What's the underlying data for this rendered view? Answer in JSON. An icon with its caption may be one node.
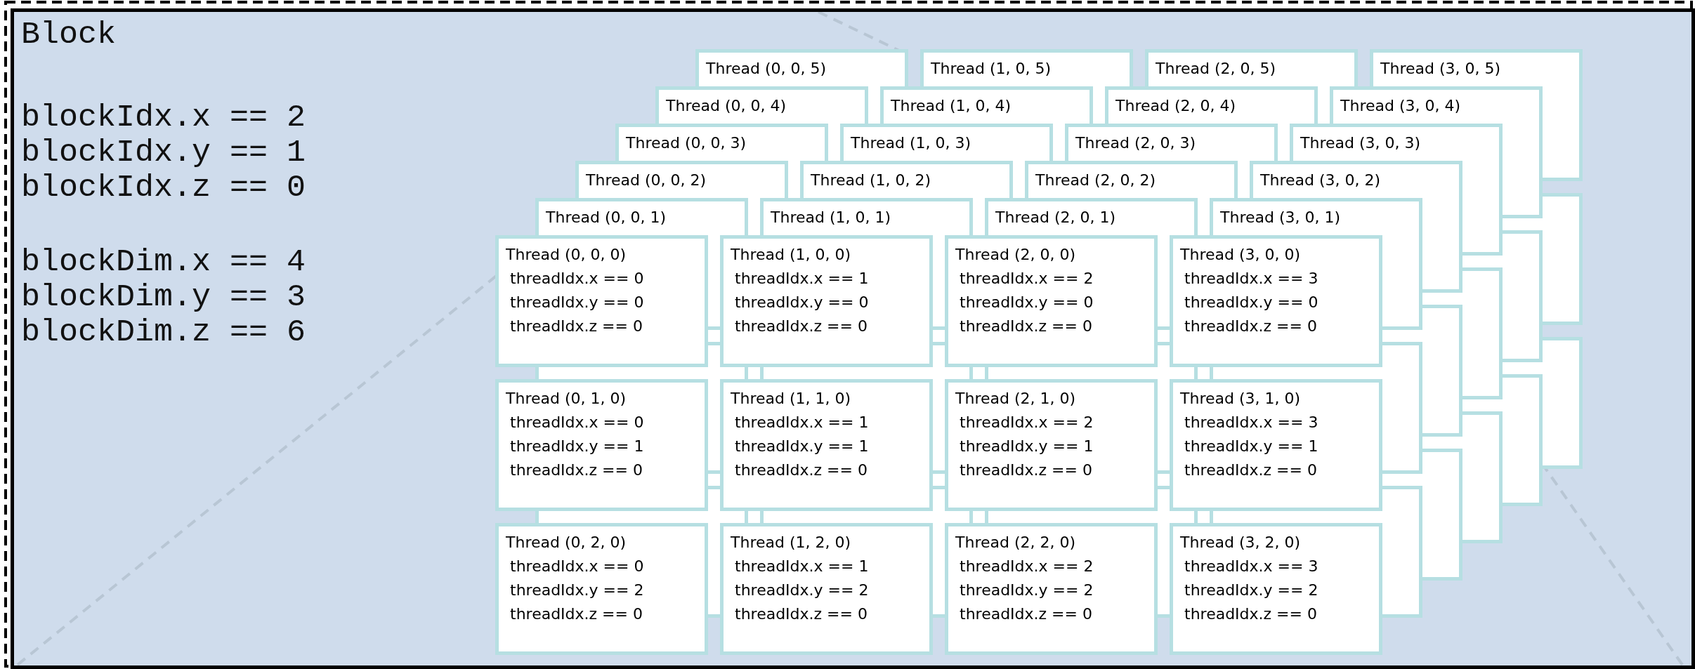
{
  "diagram": {
    "nodes": [
      {
        "text": [
          "Block",
          "blockIdx.x == 2",
          "blockIdx.y == 1",
          "blockIdx.z == 0",
          "blockDim.x == 4",
          "blockDim.y == 3",
          "blockDim.z == 6"
        ]
      },
      {
        "text": [
          "Thread (0, 0, 5)"
        ],
        "in": 0
      },
      {
        "text": [
          "Thread (1, 0, 5)"
        ],
        "in": 0
      },
      {
        "text": [
          "Thread (2, 0, 5)"
        ],
        "in": 0
      },
      {
        "text": [
          "Thread (3, 0, 5)"
        ],
        "in": 0
      },
      {
        "text": [
          "Thread (0, 0, 4)"
        ],
        "in": 0
      },
      {
        "text": [
          "Thread (1, 0, 4)"
        ],
        "in": 0
      },
      {
        "text": [
          "Thread (2, 0, 4)"
        ],
        "in": 0
      },
      {
        "text": [
          "Thread (3, 0, 4)"
        ],
        "in": 0
      },
      {
        "text": [
          "Thread (0, 0, 3)"
        ],
        "in": 0
      },
      {
        "text": [
          "Thread (1, 0, 3)"
        ],
        "in": 0
      },
      {
        "text": [
          "Thread (2, 0, 3)"
        ],
        "in": 0
      },
      {
        "text": [
          "Thread (3, 0, 3)"
        ],
        "in": 0
      },
      {
        "text": [
          "Thread (0, 0, 2)"
        ],
        "in": 0
      },
      {
        "text": [
          "Thread (1, 0, 2)"
        ],
        "in": 0
      },
      {
        "text": [
          "Thread (2, 0, 2)"
        ],
        "in": 0
      },
      {
        "text": [
          "Thread (3, 0, 2)"
        ],
        "in": 0
      },
      {
        "text": [
          "Thread (0, 0, 1)"
        ],
        "in": 0
      },
      {
        "text": [
          "Thread (1, 0, 1)"
        ],
        "in": 0
      },
      {
        "text": [
          "Thread (2, 0, 1)"
        ],
        "in": 0
      },
      {
        "text": [
          "Thread (3, 0, 1)"
        ],
        "in": 0
      },
      {
        "text": [
          "Thread (0, 0, 0)",
          "threadIdx.x == 0",
          "threadIdx.y == 0",
          "threadIdx.z == 0"
        ],
        "in": 0
      },
      {
        "text": [
          "Thread (1, 0, 0)",
          "threadIdx.x == 1",
          "threadIdx.y == 0",
          "threadIdx.z == 0"
        ],
        "in": 0
      },
      {
        "text": [
          "Thread (2, 0, 0)",
          "threadIdx.x == 2",
          "threadIdx.y == 0",
          "threadIdx.z == 0"
        ],
        "in": 0
      },
      {
        "text": [
          "Thread (3, 0, 0)",
          "threadIdx.x == 3",
          "threadIdx.y == 0",
          "threadIdx.z == 0"
        ],
        "in": 0
      },
      {
        "text": [
          "Thread (0, 1, 0)",
          "threadIdx.x == 0",
          "threadIdx.y == 1",
          "threadIdx.z == 0"
        ],
        "in": 0
      },
      {
        "text": [
          "Thread (1, 1, 0)",
          "threadIdx.x == 1",
          "threadIdx.y == 1",
          "threadIdx.z == 0"
        ],
        "in": 0
      },
      {
        "text": [
          "Thread (2, 1, 0)",
          "threadIdx.x == 2",
          "threadIdx.y == 1",
          "threadIdx.z == 0"
        ],
        "in": 0
      },
      {
        "text": [
          "Thread (3, 1, 0)",
          "threadIdx.x == 3",
          "threadIdx.y == 1",
          "threadIdx.z == 0"
        ],
        "in": 0
      },
      {
        "text": [
          "Thread (0, 2, 0)",
          "threadIdx.x == 0",
          "threadIdx.y == 2",
          "threadIdx.z == 0"
        ],
        "in": 0
      },
      {
        "text": [
          "Thread (1, 2, 0)",
          "threadIdx.x == 1",
          "threadIdx.y == 2",
          "threadIdx.z == 0"
        ],
        "in": 0
      },
      {
        "text": [
          "Thread (2, 2, 0)",
          "threadIdx.x == 2",
          "threadIdx.y == 2",
          "threadIdx.z == 0"
        ],
        "in": 0
      },
      {
        "text": [
          "Thread (3, 2, 0)",
          "threadIdx.x == 3",
          "threadIdx.y == 2",
          "threadIdx.z == 0"
        ],
        "in": 0
      },
      {
        "text": [],
        "shape": "box",
        "in": 0
      },
      {
        "text": [],
        "shape": "box",
        "in": 0
      },
      {
        "text": [],
        "shape": "box",
        "in": 0
      },
      {
        "text": [],
        "shape": "box",
        "in": 0
      },
      {
        "text": [],
        "shape": "box",
        "in": 0
      },
      {
        "text": [],
        "shape": "box",
        "in": 0
      },
      {
        "text": [],
        "shape": "box",
        "in": 0
      },
      {
        "text": [],
        "shape": "box",
        "in": 0
      },
      {
        "text": [],
        "shape": "box",
        "in": 0
      },
      {
        "text": [],
        "shape": "box",
        "in": 0
      },
      {
        "text": [],
        "shape": "box",
        "in": 0
      },
      {
        "text": [],
        "shape": "box",
        "in": 0
      },
      {
        "text": [],
        "shape": "box",
        "in": 0
      },
      {
        "text": [],
        "shape": "box",
        "in": 0
      },
      {
        "text": [],
        "shape": "box",
        "in": 0
      },
      {
        "text": [],
        "shape": "box",
        "in": 0
      },
      {
        "text": [],
        "shape": "box",
        "in": 0
      },
      {
        "text": [],
        "shape": "box",
        "in": 0
      },
      {
        "text": [],
        "shape": "box",
        "in": 0
      },
      {
        "text": [],
        "shape": "box",
        "in": 0
      },
      {
        "text": [],
        "shape": "box",
        "in": 0
      },
      {
        "text": [],
        "shape": "box",
        "in": 0
      }
    ],
    "edges": []
  }
}
